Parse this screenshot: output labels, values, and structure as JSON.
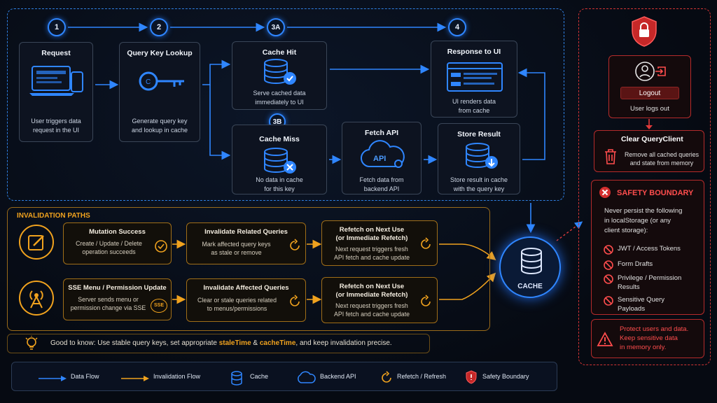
{
  "steps": [
    "1",
    "2",
    "3A",
    "4",
    "3B"
  ],
  "cards": {
    "request": {
      "title": "Request",
      "desc": [
        "User triggers data",
        "request in the UI"
      ]
    },
    "lookup": {
      "title": "Query Key Lookup",
      "desc": [
        "Generate query key",
        "and lookup in cache"
      ]
    },
    "hit": {
      "title": "Cache Hit",
      "desc": [
        "Serve cached data",
        "immediately to UI"
      ]
    },
    "response": {
      "title": "Response to UI",
      "desc": [
        "UI renders data",
        "from cache"
      ]
    },
    "miss": {
      "title": "Cache Miss",
      "desc": [
        "No data in cache",
        "for this key"
      ]
    },
    "fetch": {
      "title": "Fetch API",
      "desc": [
        "Fetch data from",
        "backend API"
      ],
      "badge": "API"
    },
    "store": {
      "title": "Store Result",
      "desc": [
        "Store result in cache",
        "with the query key"
      ]
    }
  },
  "invalidation": {
    "title": "INVALIDATION PATHS",
    "row1": {
      "a": {
        "title": "Mutation Success",
        "desc": [
          "Create / Update / Delete",
          "operation succeeds"
        ]
      },
      "b": {
        "title": "Invalidate Related Queries",
        "desc": [
          "Mark affected query keys",
          "as stale or remove"
        ]
      },
      "c": {
        "title": [
          "Refetch on Next Use",
          "(or Immediate Refetch)"
        ],
        "desc": [
          "Next request triggers fresh",
          "API fetch and cache update"
        ]
      }
    },
    "row2": {
      "a": {
        "title": "SSE Menu / Permission Update",
        "desc": [
          "Server sends menu or",
          "permission change via SSE"
        ],
        "badge": "SSE"
      },
      "b": {
        "title": "Invalidate Affected Queries",
        "desc": [
          "Clear or stale queries related",
          "to menus/permissions"
        ]
      },
      "c": {
        "title": [
          "Refetch on Next Use",
          "(or Immediate Refetch)"
        ],
        "desc": [
          "Next request triggers fresh",
          "API fetch and cache update"
        ]
      }
    },
    "tip": {
      "prefix": "Good to know: Use stable query keys, set appropriate ",
      "stale": "staleTime",
      "amp": " & ",
      "cache": "cacheTime",
      "suffix": ", and keep invalidation precise."
    }
  },
  "cache_label": "CACHE",
  "security": {
    "logout_button": "Logout",
    "logout_caption": "User logs out",
    "clear_title": "Clear QueryClient",
    "clear_desc": [
      "Remove all cached queries",
      "and state from memory"
    ],
    "boundary_title": "SAFETY BOUNDARY",
    "boundary_intro": [
      "Never persist the following",
      "in localStorage (or any",
      "client storage):"
    ],
    "items": [
      [
        "JWT / Access Tokens"
      ],
      [
        "Form Drafts"
      ],
      [
        "Privilege / Permission",
        "Results"
      ],
      [
        "Sensitive Query",
        "Payloads"
      ]
    ],
    "warning": [
      "Protect users and data.",
      "Keep sensitive data",
      "in memory only."
    ]
  },
  "legend": {
    "data_flow": "Data Flow",
    "invalidation_flow": "Invalidation Flow",
    "cache": "Cache",
    "backend_api": "Backend API",
    "refetch": "Refetch / Refresh",
    "safety": "Safety Boundary"
  },
  "colors": {
    "blue": "#2f86ff",
    "orange": "#f0a21e",
    "red": "#e03a3a"
  }
}
